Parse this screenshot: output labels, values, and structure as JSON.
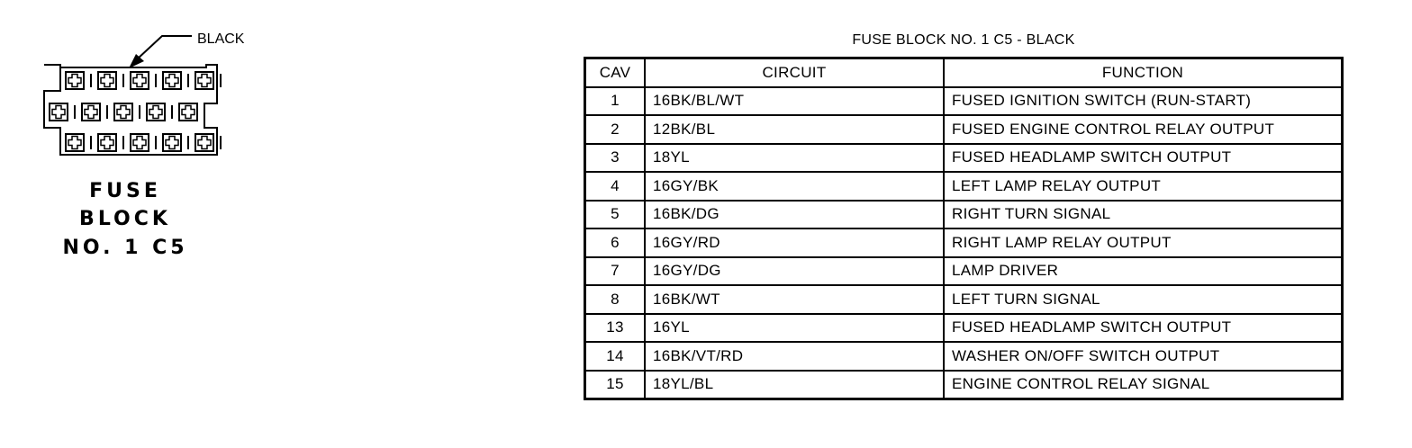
{
  "connector": {
    "pointer_label": "BLACK",
    "name_lines": [
      "FUSE",
      "BLOCK",
      "NO. 1 C5"
    ]
  },
  "table": {
    "title": "FUSE BLOCK NO. 1 C5 - BLACK",
    "headers": {
      "cav": "CAV",
      "circuit": "CIRCUIT",
      "function": "FUNCTION"
    },
    "rows": [
      {
        "cav": "1",
        "circuit": "16BK/BL/WT",
        "function": "FUSED IGNITION SWITCH (RUN-START)"
      },
      {
        "cav": "2",
        "circuit": "12BK/BL",
        "function": "FUSED ENGINE CONTROL RELAY OUTPUT"
      },
      {
        "cav": "3",
        "circuit": "18YL",
        "function": "FUSED HEADLAMP SWITCH OUTPUT"
      },
      {
        "cav": "4",
        "circuit": "16GY/BK",
        "function": "LEFT LAMP RELAY OUTPUT"
      },
      {
        "cav": "5",
        "circuit": "16BK/DG",
        "function": "RIGHT TURN SIGNAL"
      },
      {
        "cav": "6",
        "circuit": "16GY/RD",
        "function": "RIGHT LAMP RELAY OUTPUT"
      },
      {
        "cav": "7",
        "circuit": "16GY/DG",
        "function": "LAMP DRIVER"
      },
      {
        "cav": "8",
        "circuit": "16BK/WT",
        "function": "LEFT TURN SIGNAL"
      },
      {
        "cav": "13",
        "circuit": "16YL",
        "function": "FUSED HEADLAMP SWITCH OUTPUT"
      },
      {
        "cav": "14",
        "circuit": "16BK/VT/RD",
        "function": "WASHER ON/OFF SWITCH OUTPUT"
      },
      {
        "cav": "15",
        "circuit": "18YL/BL",
        "function": "ENGINE CONTROL RELAY SIGNAL"
      }
    ]
  }
}
